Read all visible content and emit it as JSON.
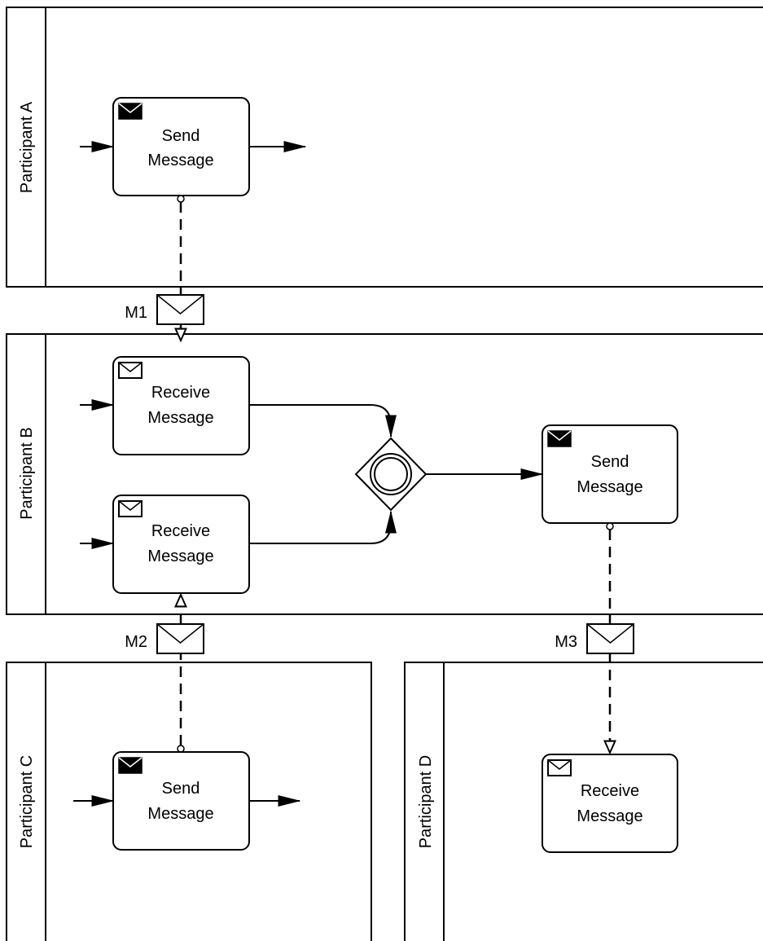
{
  "participants": {
    "a": "Participant A",
    "b": "Participant B",
    "c": "Participant C",
    "d": "Participant D"
  },
  "tasks": {
    "a_send": [
      "Send",
      "Message"
    ],
    "b_receive1": [
      "Receive",
      "Message"
    ],
    "b_receive2": [
      "Receive",
      "Message"
    ],
    "b_send": [
      "Send",
      "Message"
    ],
    "c_send": [
      "Send",
      "Message"
    ],
    "d_receive": [
      "Receive",
      "Message"
    ]
  },
  "messages": {
    "m1": "M1",
    "m2": "M2",
    "m3": "M3"
  },
  "icons": {
    "send_task_marker": "envelope-filled-icon",
    "receive_task_marker": "envelope-outline-icon",
    "message_marker": "envelope-icon",
    "gateway_marker": "event-based-gateway-icon"
  }
}
